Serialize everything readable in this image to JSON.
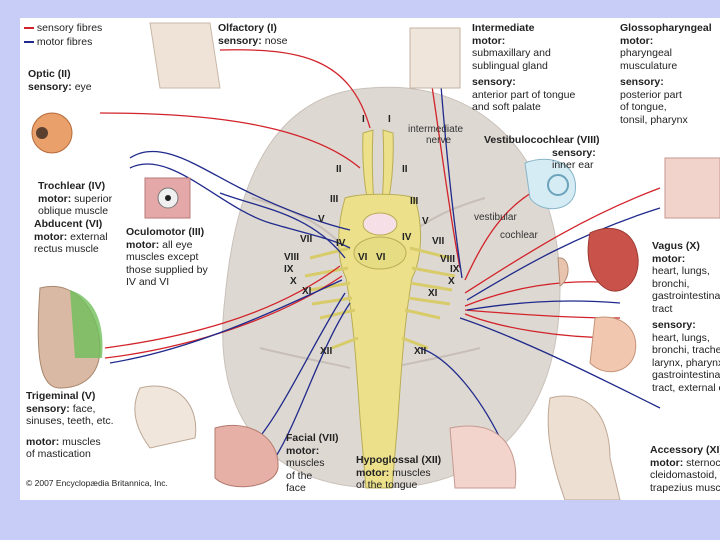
{
  "legend": {
    "sensory": "sensory fibres",
    "motor": "motor fibres"
  },
  "nerves": {
    "olfactory": {
      "name": "Olfactory (I)",
      "l1": "sensory:",
      "l1v": "nose"
    },
    "optic": {
      "name": "Optic (II)",
      "l1": "sensory:",
      "l1v": "eye"
    },
    "trochlear": {
      "name": "Trochlear (IV)",
      "l1": "motor:",
      "l1v": "superior",
      "l2": "oblique muscle"
    },
    "abducent": {
      "name": "Abducent (VI)",
      "l1": "motor:",
      "l1v": "external",
      "l2": "rectus muscle"
    },
    "oculomotor": {
      "name": "Oculomotor (III)",
      "l1": "motor:",
      "l1v": "all eye",
      "l2": "muscles except",
      "l3": "those supplied by",
      "l4": "IV and VI"
    },
    "trigeminal": {
      "name": "Trigeminal (V)",
      "l1": "sensory:",
      "l1v": "face,",
      "l2": "sinuses, teeth, etc.",
      "l3": "motor:",
      "l3v": "muscles",
      "l4": "of mastication"
    },
    "facial": {
      "name": "Facial (VII)",
      "l1": "motor:",
      "l2": "muscles",
      "l3": "of the",
      "l4": "face"
    },
    "hypoglossal": {
      "name": "Hypoglossal (XII)",
      "l1": "motor:",
      "l1v": "muscles",
      "l2": "of the tongue"
    },
    "intermediate": {
      "name": "Intermediate",
      "l1": "motor:",
      "l2": "submaxillary and",
      "l3": "sublingual gland",
      "l4": "sensory:",
      "l5": "anterior part of tongue",
      "l6": "and soft palate"
    },
    "glossopharyngeal": {
      "name": "Glossopharyngeal",
      "l1": "motor:",
      "l2": "pharyngeal",
      "l3": "musculature",
      "l4": "sensory:",
      "l5": "posterior part",
      "l6": "of tongue,",
      "l7": "tonsil, pharynx"
    },
    "vestibulocochlear": {
      "name": "Vestibulocochlear (VIII)",
      "l1": "sensory:",
      "l2": "inner ear"
    },
    "vagus": {
      "name": "Vagus (X)",
      "l1": "motor:",
      "l2": "heart, lungs,",
      "l3": "bronchi,",
      "l4": "gastrointestinal",
      "l5": "tract",
      "l6": "sensory:",
      "l7": "heart, lungs,",
      "l8": "bronchi, trachea,",
      "l9": "larynx, pharynx,",
      "l10": "gastrointestinal",
      "l11": "tract, external ear"
    },
    "accessory": {
      "name": "Accessory (XI)",
      "l1": "motor:",
      "l1v": "sternocleidomastoid,",
      "l2": "cleidomastoid,",
      "l3": "trapezius muscle"
    }
  },
  "small_labels": {
    "intermediate_nerve_1": "intermediate",
    "intermediate_nerve_2": "nerve",
    "vestibular": "vestibular",
    "cochlear": "cochlear"
  },
  "roman": {
    "I": "I",
    "II": "II",
    "III": "III",
    "IV": "IV",
    "V": "V",
    "VI": "VI",
    "VII": "VII",
    "VIII": "VIII",
    "IX": "IX",
    "X": "X",
    "XI": "XI",
    "XII": "XII"
  },
  "copyright": "© 2007 Encyclopædia Britannica, Inc.",
  "colors": {
    "background": "#c8cdf7",
    "panel": "#ffffff",
    "sensory": "#d2232a",
    "motor": "#1f2a8c",
    "brain": "#ded8d2",
    "nerve": "#ece18a"
  }
}
